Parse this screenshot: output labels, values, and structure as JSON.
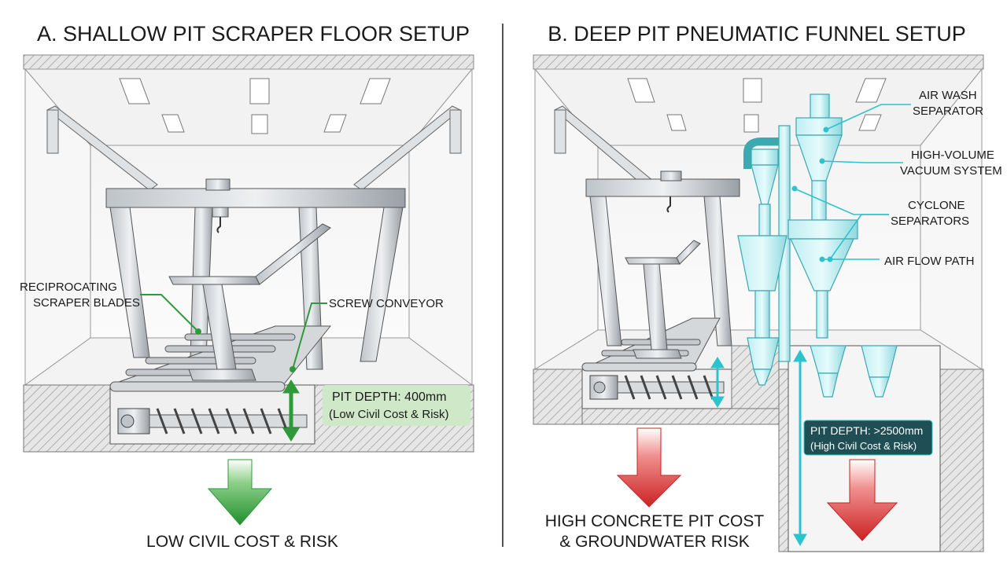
{
  "panel_a": {
    "title": "A. SHALLOW PIT SCRAPER FLOOR SETUP",
    "label_blades_1": "RECIPROCATING",
    "label_blades_2": "SCRAPER BLADES",
    "label_screw": "SCREW CONVEYOR",
    "pit_depth": "PIT DEPTH: 400mm",
    "pit_note": "(Low Civil Cost & Risk)",
    "bottom_text": "LOW CIVIL COST & RISK",
    "colors": {
      "accent": "#2e9a3a",
      "label_bg": "#cfe9c8"
    }
  },
  "panel_b": {
    "title": "B. DEEP PIT PNEUMATIC FUNNEL SETUP",
    "label_airwash_1": "AIR WASH",
    "label_airwash_2": "SEPARATOR",
    "label_vacuum_1": "HIGH-VOLUME",
    "label_vacuum_2": "VACUUM SYSTEM",
    "label_cyclone_1": "CYCLONE",
    "label_cyclone_2": "SEPARATORS",
    "label_airflow": "AIR FLOW PATH",
    "pit_depth": "PIT DEPTH: >2500mm",
    "pit_note": "(High Civil Cost & Risk)",
    "bottom_text_1": "HIGH CONCRETE PIT COST",
    "bottom_text_2": "& GROUNDWATER RISK",
    "colors": {
      "accent": "#2bc4cc",
      "danger": "#d32b2b",
      "label_bg": "#1f4f55"
    }
  }
}
